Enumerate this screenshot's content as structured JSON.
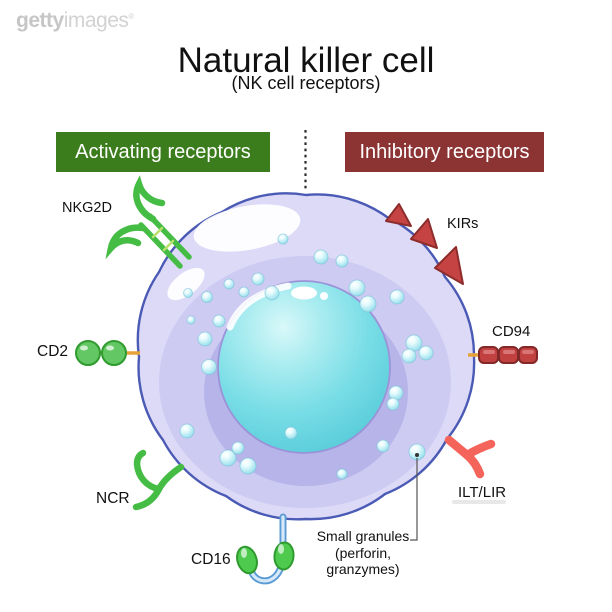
{
  "watermark": {
    "brand_bold": "getty",
    "brand_light": "images",
    "registered_mark": "®"
  },
  "header": {
    "title": "Natural killer cell",
    "subtitle": "(NK cell receptors)"
  },
  "legend": {
    "activating": {
      "label": "Activating receptors",
      "color": "#3b7d1c"
    },
    "inhibitory": {
      "label": "Inhibitory receptors",
      "color": "#8c3433"
    }
  },
  "receptor_labels": {
    "nkg2d": "NKG2D",
    "cd2": "CD2",
    "ncr": "NCR",
    "cd16": "CD16",
    "kirs": "KIRs",
    "cd94": "CD94",
    "ilt_lir": "ILT/LIR"
  },
  "annotation": {
    "line1": "Small granules",
    "line2": "(perforin,",
    "line3": "granzymes)"
  },
  "colors": {
    "cell_body": "#dcdaf7",
    "membrane_outline": "#4a5ab5",
    "cytoplasm_mid": "#cecbf3",
    "cytoplasm_shadow": "#b7b4e9",
    "nucleus": "#6cd6e0",
    "granule": "#bfeef5",
    "activating_green": "#45bd45",
    "inhibitory_red": "#c64343",
    "ilt_lir_coral": "#f4645a",
    "connector_orange": "#e8a23a"
  }
}
